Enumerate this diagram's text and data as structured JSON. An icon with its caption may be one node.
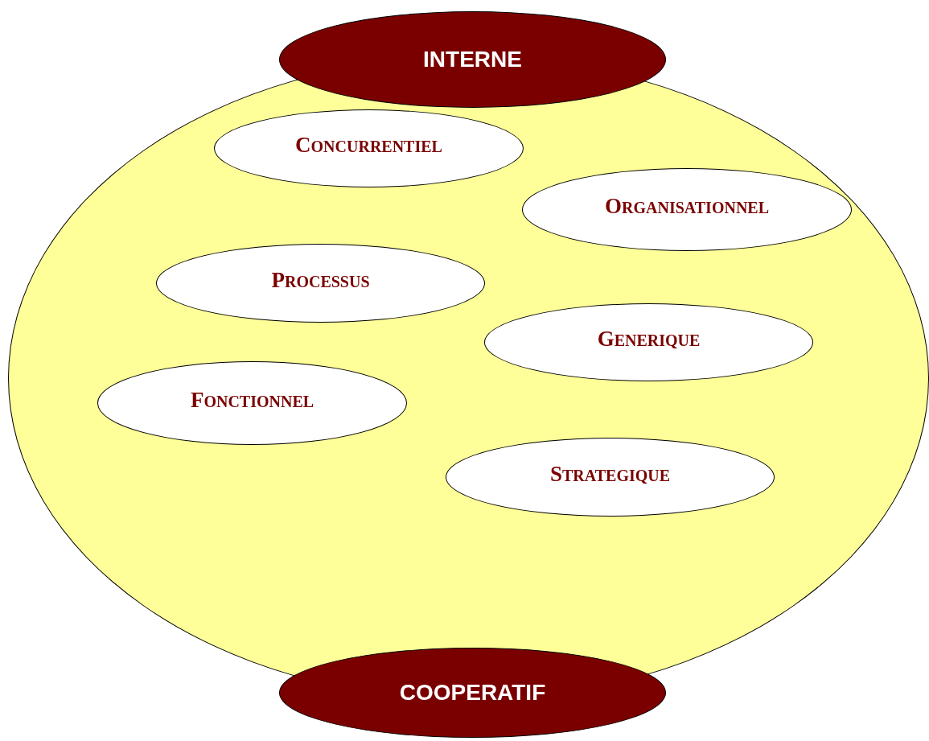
{
  "diagram": {
    "nodes": [
      {
        "text": [
          "INTERNE"
        ]
      },
      {
        "text": [],
        "shape": "ellipse"
      },
      {
        "text": [
          "CONCURRENTIEL"
        ],
        "in": 1
      },
      {
        "text": [
          "ORGANISATIONNEL"
        ],
        "in": 1
      },
      {
        "text": [
          "PROCESSUS"
        ],
        "in": 1
      },
      {
        "text": [
          "GENERIQUE"
        ],
        "in": 1
      },
      {
        "text": [
          "FONCTIONNEL"
        ],
        "in": 1
      },
      {
        "text": [
          "STRATEGIQUE"
        ],
        "in": 1
      },
      {
        "text": [
          "COOPERATIF"
        ]
      }
    ],
    "edges": []
  }
}
